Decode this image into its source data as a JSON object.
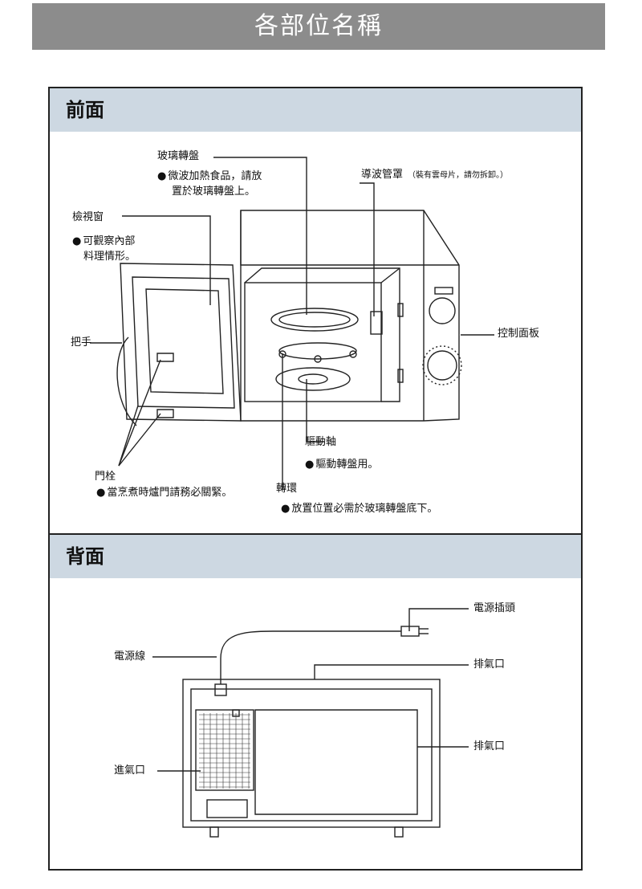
{
  "header": {
    "title": "各部位名稱"
  },
  "front": {
    "section_title": "前面",
    "glass_tray": {
      "label": "玻璃轉盤",
      "note_line1": "微波加熱食品，請放",
      "note_line2": "置於玻璃轉盤上。"
    },
    "waveguide": {
      "label": "導波管罩",
      "note": "（裝有雲母片，請勿拆卸。）"
    },
    "window": {
      "label": "檢視窗",
      "note_line1": "可觀察內部",
      "note_line2": "料理情形。"
    },
    "control_panel": {
      "label": "控制面板"
    },
    "handle": {
      "label": "把手"
    },
    "drive_shaft": {
      "label": "驅動軸",
      "note": "驅動轉盤用。"
    },
    "door_latch": {
      "label": "門栓",
      "note": "當烹煮時爐門請務必關緊。"
    },
    "rotating_ring": {
      "label": "轉環",
      "note": "放置位置必需於玻璃轉盤底下。"
    }
  },
  "back": {
    "section_title": "背面",
    "plug": {
      "label": "電源插頭"
    },
    "cord": {
      "label": "電源線"
    },
    "exhaust_top": {
      "label": "排氣口"
    },
    "exhaust_side": {
      "label": "排氣口"
    },
    "intake": {
      "label": "進氣口"
    }
  }
}
